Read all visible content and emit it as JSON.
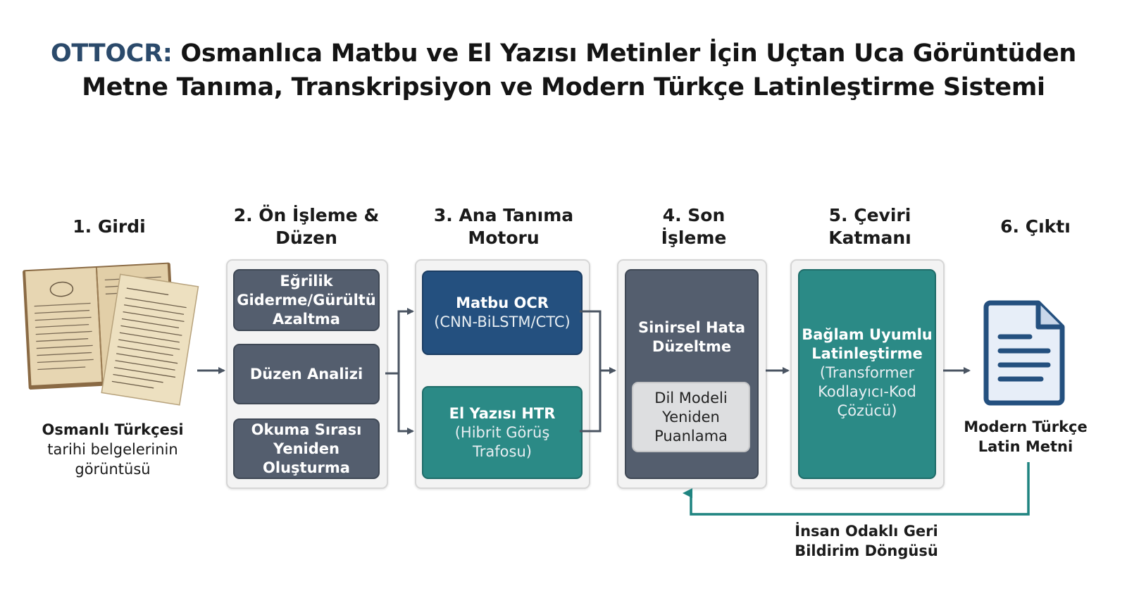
{
  "title": {
    "brand": "OTTOCR:",
    "line1_rest": " Osmanlıca Matbu ve El Yazısı Metinler İçin Uçtan Uca Görüntüden",
    "line2": "Metne Tanıma, Transkripsiyon ve Modern Türkçe Latinleştirme Sistemi"
  },
  "stages": {
    "input": {
      "header": "1. Girdi",
      "caption_bold": "Osmanlı Türkçesi",
      "caption_line2": "tarihi belgelerinin",
      "caption_line3": "görüntüsü"
    },
    "preprocess": {
      "header_line1": "2. Ön İşleme &",
      "header_line2": "Düzen",
      "box1": [
        "Eğrilik",
        "Giderme/Gürültü",
        "Azaltma"
      ],
      "box2": "Düzen Analizi",
      "box3": [
        "Okuma Sırası",
        "Yeniden Oluşturma"
      ]
    },
    "recognition": {
      "header_line1": "3. Ana Tanıma",
      "header_line2": "Motoru",
      "ocr_title": "Matbu OCR",
      "ocr_sub": "(CNN-BiLSTM/CTC)",
      "htr_title": "El Yazısı HTR",
      "htr_sub1": "(Hibrit Görüş",
      "htr_sub2": "Trafosu)"
    },
    "postprocess": {
      "header_line1": "4. Son",
      "header_line2": "İşleme",
      "box_title1": "Sinirsel Hata",
      "box_title2": "Düzeltme",
      "inner": [
        "Dil Modeli",
        "Yeniden",
        "Puanlama"
      ]
    },
    "translation": {
      "header_line1": "5. Çeviri",
      "header_line2": "Katmanı",
      "title1": "Bağlam Uyumlu",
      "title2": "Latinleştirme",
      "sub": [
        "(Transformer",
        "Kodlayıcı-Kod",
        "Çözücü)"
      ]
    },
    "output": {
      "header": "6. Çıktı",
      "caption_line1": "Modern Türkçe",
      "caption_line2": "Latin Metni"
    }
  },
  "feedback": {
    "line1": "İnsan Odaklı Geri",
    "line2": "Bildirim Döngüsü"
  },
  "colors": {
    "brand": "#2b4a6b",
    "slate": "#545e6e",
    "navy": "#24507f",
    "teal": "#2b8a86",
    "arrow": "#4a5462",
    "feedback": "#1f8480"
  },
  "icons": [
    "document-icon",
    "manuscript-image"
  ]
}
